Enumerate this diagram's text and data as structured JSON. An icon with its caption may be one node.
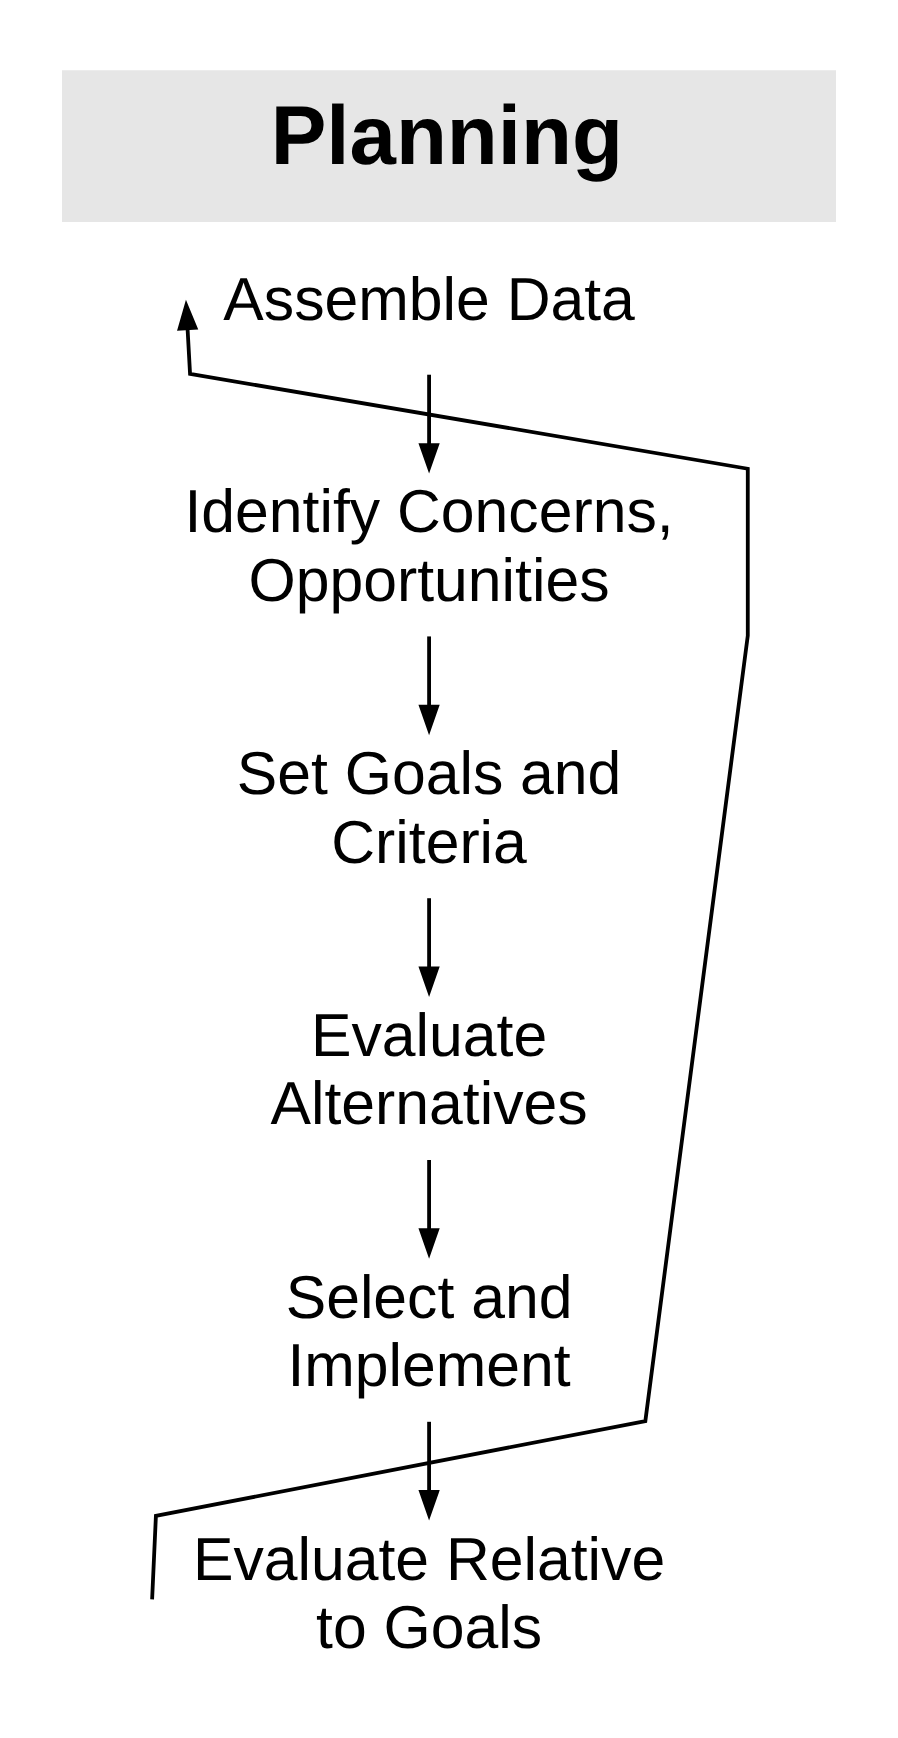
{
  "diagram": {
    "title": "Planning",
    "nodes": [
      {
        "text": [
          "Assemble Data"
        ]
      },
      {
        "text": [
          "Identify Concerns, Opportunities"
        ]
      },
      {
        "text": [
          "Set Goals and Criteria"
        ]
      },
      {
        "text": [
          "Evaluate Alternatives"
        ]
      },
      {
        "text": [
          "Select and Implement"
        ]
      },
      {
        "text": [
          "Evaluate Relative to Goals"
        ]
      }
    ],
    "edges": [
      {
        "from": 0,
        "to": 1,
        "arrow": "to"
      },
      {
        "from": 1,
        "to": 2,
        "arrow": "to"
      },
      {
        "from": 2,
        "to": 3,
        "arrow": "to"
      },
      {
        "from": 3,
        "to": 4,
        "arrow": "to"
      },
      {
        "from": 4,
        "to": 5,
        "arrow": "to"
      },
      {
        "from": 5,
        "to": 0,
        "arrow": "to"
      }
    ]
  }
}
